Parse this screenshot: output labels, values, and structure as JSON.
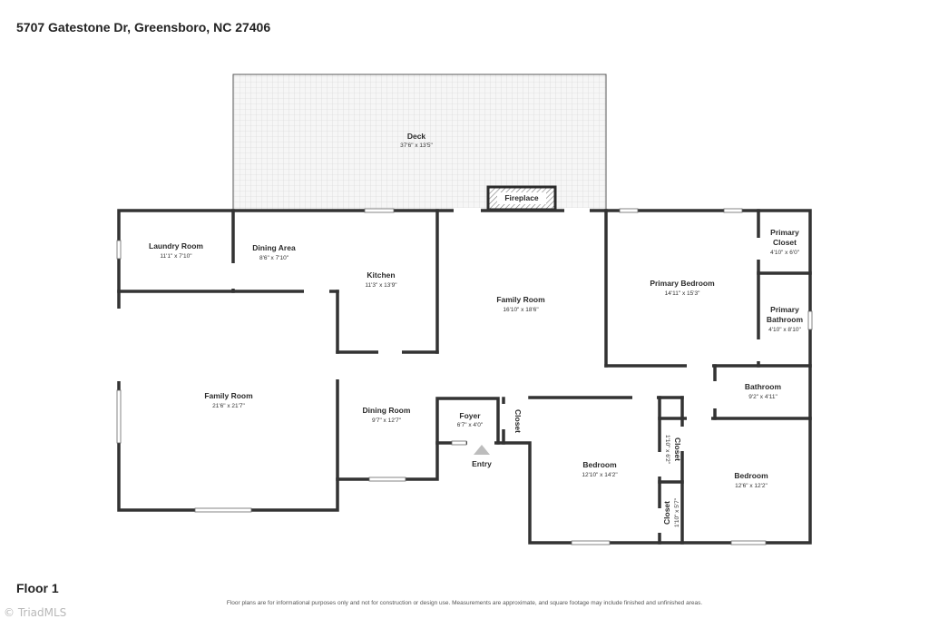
{
  "address": "5707 Gatestone Dr, Greensboro, NC 27406",
  "floor_label": "Floor 1",
  "disclaimer": "Floor plans are for informational purposes only and not for construction or design use. Measurements are approximate, and square footage may include finished and unfinished areas.",
  "watermark": "© TriadMLS",
  "rooms": {
    "deck": {
      "name": "Deck",
      "dim": "37'6\" x 13'5\""
    },
    "fireplace": {
      "name": "Fireplace"
    },
    "laundry": {
      "name": "Laundry Room",
      "dim": "11'1\" x 7'10\""
    },
    "dining_area": {
      "name": "Dining Area",
      "dim": "8'6\" x 7'10\""
    },
    "kitchen": {
      "name": "Kitchen",
      "dim": "11'3\" x 13'9\""
    },
    "family_center": {
      "name": "Family Room",
      "dim": "16'10\" x 18'6\""
    },
    "family_left": {
      "name": "Family Room",
      "dim": "21'6\" x 21'7\""
    },
    "dining_room": {
      "name": "Dining Room",
      "dim": "9'7\" x 12'7\""
    },
    "foyer": {
      "name": "Foyer",
      "dim": "6'7\" x 4'0\""
    },
    "foyer_closet": {
      "name": "Closet"
    },
    "entry": {
      "name": "Entry"
    },
    "primary_bedroom": {
      "name": "Primary Bedroom",
      "dim": "14'11\" x 15'3\""
    },
    "primary_closet": {
      "name": "Primary",
      "name2": "Closet",
      "dim": "4'10\" x 6'0\""
    },
    "primary_bathroom": {
      "name": "Primary",
      "name2": "Bathroom",
      "dim": "4'10\" x 8'10\""
    },
    "bathroom": {
      "name": "Bathroom",
      "dim": "9'2\" x 4'11\""
    },
    "bedroom_1": {
      "name": "Bedroom",
      "dim": "12'10\" x 14'2\""
    },
    "bedroom_2": {
      "name": "Bedroom",
      "dim": "12'6\" x 12'2\""
    },
    "closet_upper": {
      "name": "Closet",
      "dim": "1'10\" x 6'2\""
    },
    "closet_lower": {
      "name": "Closet",
      "dim": "1'10\" x 5'7\""
    }
  }
}
